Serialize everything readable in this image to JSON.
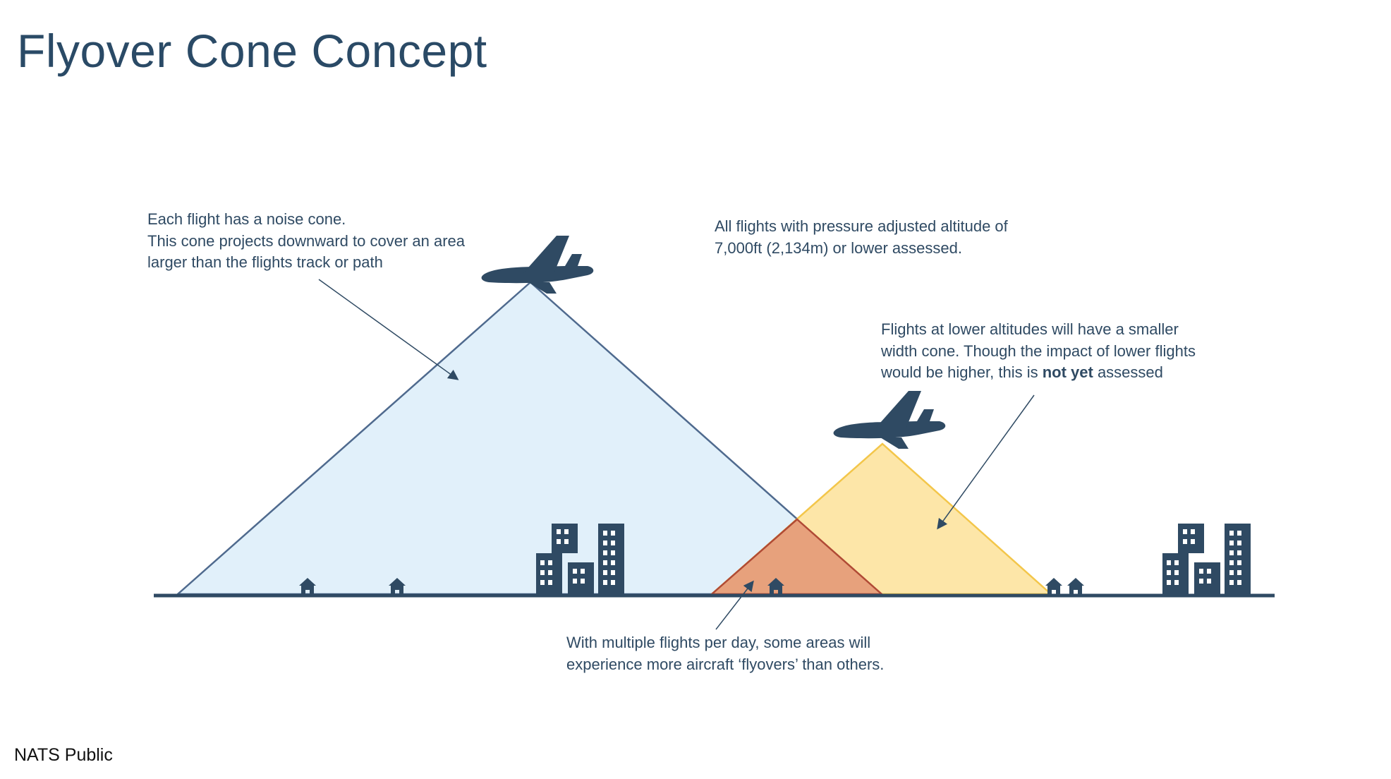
{
  "title": "Flyover Cone Concept",
  "notes": {
    "noise_cone": [
      "Each flight has a noise cone.",
      "This cone projects downward to cover an area",
      "larger than the flights track or path"
    ],
    "altitude": [
      "All flights with pressure adjusted altitude of",
      "7,000ft (2,134m) or lower assessed."
    ],
    "lower_flights": {
      "line1": "Flights at lower altitudes will have a smaller",
      "line2": "width cone. Though the impact of lower flights",
      "line3_prefix": "would be higher, this is ",
      "line3_bold": "not yet",
      "line3_suffix": " assessed"
    },
    "multiple_flights": [
      "With multiple flights per day, some areas will",
      "experience more aircraft ‘flyovers’ than others."
    ]
  },
  "footer": "NATS Public",
  "colors": {
    "title": "#2a4a66",
    "ink": "#2f4a63",
    "large_cone_fill": "#e1f0fa",
    "large_cone_stroke": "#4f6a8e",
    "small_cone_fill": "#fde6a8",
    "small_cone_stroke": "#f3c64a",
    "overlap_fill": "#e7a17c",
    "overlap_stroke": "#b04a35",
    "ground": "#2f4a63"
  },
  "icons": [
    "airplane-icon",
    "house-icon",
    "building-icon"
  ]
}
